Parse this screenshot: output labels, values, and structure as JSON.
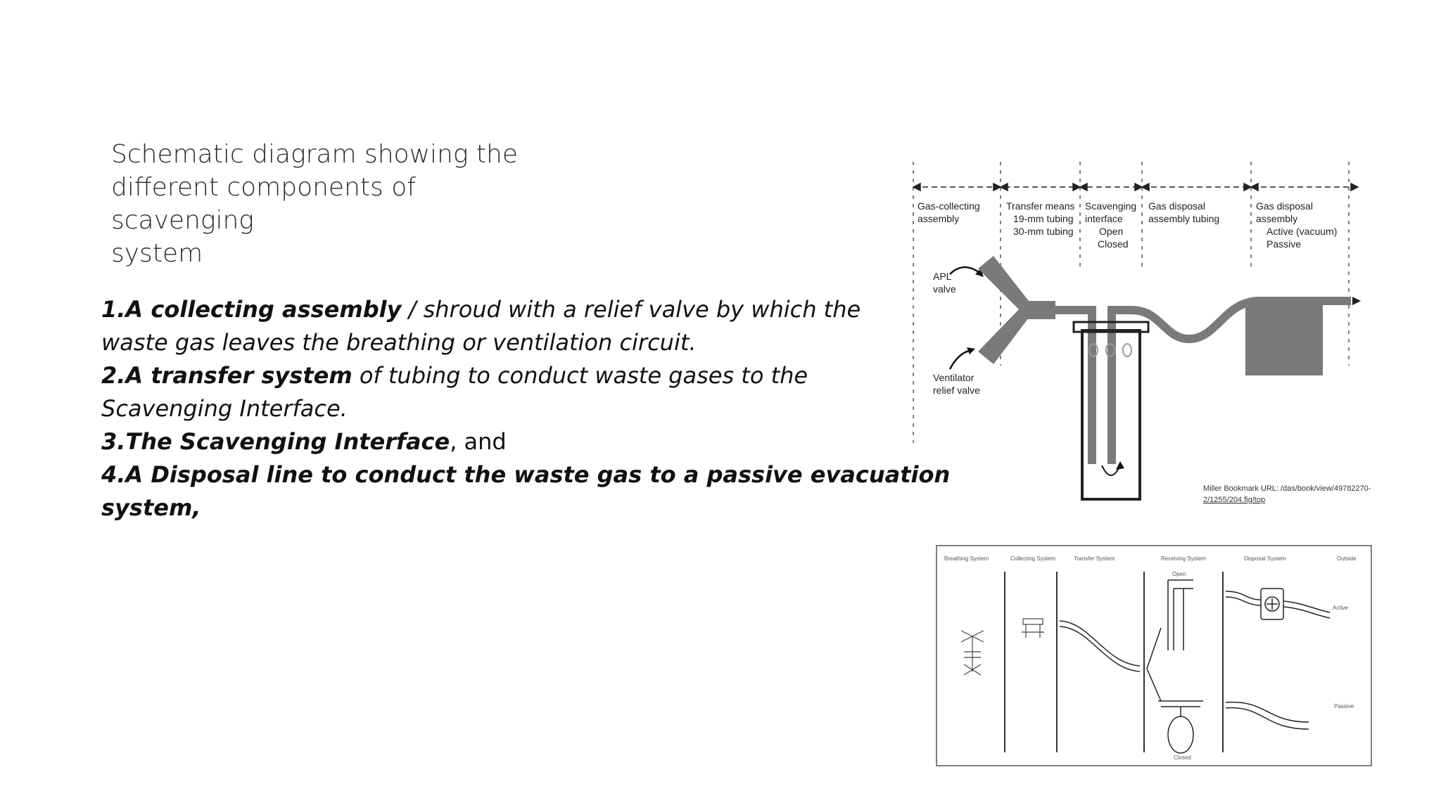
{
  "slide": {
    "title_lines": [
      "Schematic diagram  showing the",
      "different components of scavenging",
      "system"
    ],
    "items": [
      {
        "bold": "1.A collecting assembly",
        "rest_a": " / shroud with a relief valve by which the",
        "rest_b": "waste gas leaves the breathing or ventilation circuit."
      },
      {
        "bold": "2.A transfer system",
        "rest_a": " of tubing to conduct waste gases to the",
        "rest_b": "Scavenging Interface."
      },
      {
        "bold": "3.The Scavenging Interface",
        "rest_a": ", and"
      },
      {
        "bold_a": "4.A Disposal line to conduct the waste gas to a passive evacuation",
        "bold_b": "system,"
      }
    ]
  },
  "figure1": {
    "sections": [
      {
        "lines": [
          "Gas-collecting",
          "assembly"
        ]
      },
      {
        "lines": [
          "Transfer means",
          "19-mm tubing",
          "30-mm tubing"
        ]
      },
      {
        "lines": [
          "Scavenging",
          "interface",
          "Open",
          "Closed"
        ]
      },
      {
        "lines": [
          "Gas disposal",
          "assembly tubing"
        ]
      },
      {
        "lines": [
          "Gas disposal",
          "assembly",
          "Active (vacuum)",
          "Passive"
        ]
      }
    ],
    "apl_label": [
      "APL",
      "valve"
    ],
    "vent_label": [
      "Ventilator",
      "relief valve"
    ],
    "citation_a": "Miller Bookmark URL: /das/book/view/49782270-",
    "citation_b": "2/1255/204.fig/top"
  },
  "figure2": {
    "columns": [
      "Breathing System",
      "Collecting System",
      "Transfer System",
      "Receiving System",
      "Disposal System",
      "Outside"
    ],
    "open_label": "Open",
    "closed_label": "Closed",
    "active_label": "Active",
    "passive_label": "Passive"
  }
}
